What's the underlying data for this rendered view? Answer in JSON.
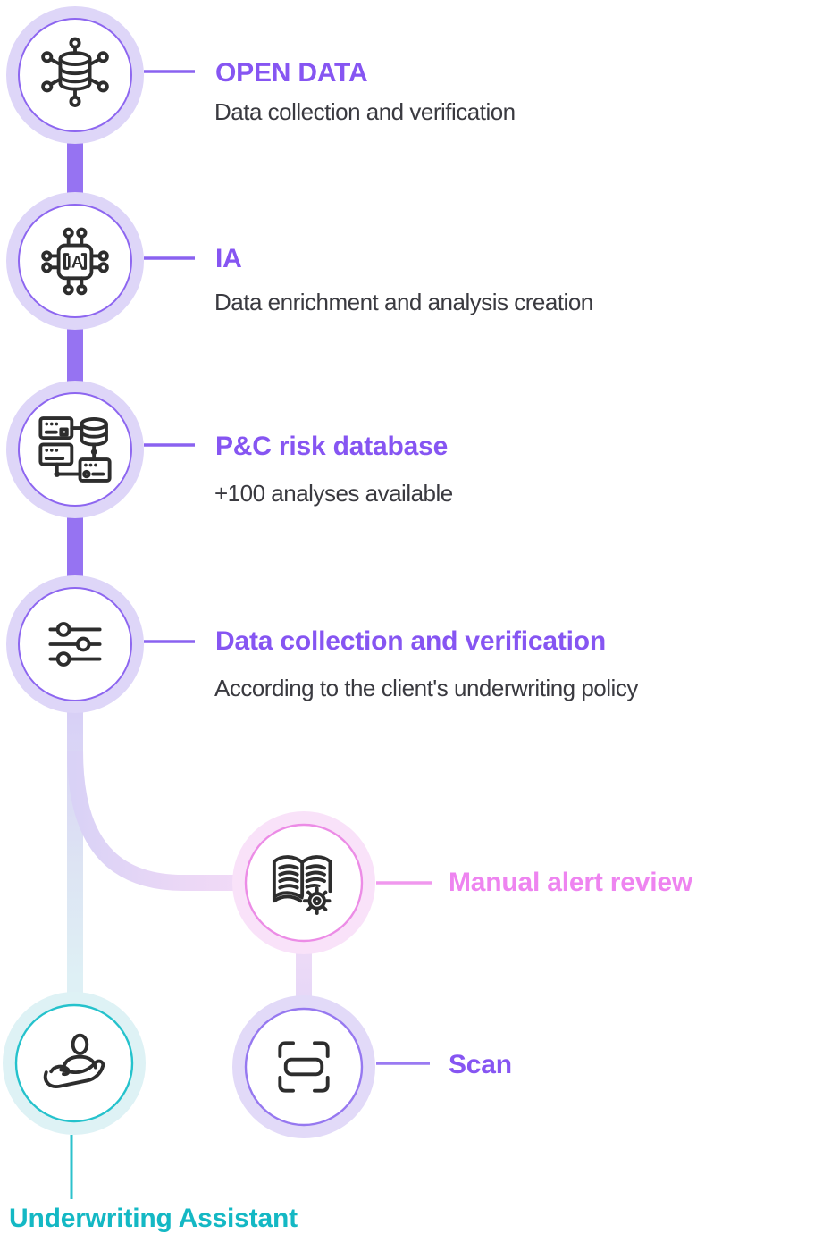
{
  "nodes": [
    {
      "id": "open-data",
      "label": "OPEN DATA",
      "sublabel": "Data collection and verification",
      "icon": "database-network-icon",
      "accent": "#8655f2"
    },
    {
      "id": "ia",
      "label": "IA",
      "sublabel": "Data enrichment and analysis creation",
      "icon": "ai-chip-icon",
      "accent": "#8655f2"
    },
    {
      "id": "pc-risk-database",
      "label": "P&C risk database",
      "sublabel": "+100 analyses available",
      "icon": "server-cluster-icon",
      "accent": "#8655f2"
    },
    {
      "id": "data-collection-verification",
      "label": "Data collection and verification",
      "sublabel": "According to the client's underwriting policy",
      "icon": "sliders-icon",
      "accent": "#8655f2"
    },
    {
      "id": "manual-alert-review",
      "label": "Manual alert review",
      "sublabel": "",
      "icon": "book-gear-icon",
      "accent": "#ee84f0"
    },
    {
      "id": "scan",
      "label": "Scan",
      "sublabel": "",
      "icon": "scan-frame-icon",
      "accent": "#8655f2"
    },
    {
      "id": "underwriting-assistant",
      "label": "Underwriting Assistant",
      "sublabel": "",
      "icon": "hand-person-icon",
      "accent": "#14b8c4"
    }
  ],
  "colors": {
    "title_purple": "#8655f2",
    "title_pink": "#ee84f0",
    "title_teal": "#14b8c4",
    "subtitle_gray": "#3a3a40",
    "line_solid_purple": "#9673f2",
    "line_light_lavender": "#d8d0f6",
    "line_light_pink": "#f6dcf8",
    "line_light_blue": "#def0f5",
    "ring_purple": "#8d66f0",
    "ring_pink": "#ec8ce6",
    "ring_teal": "#25c2cc",
    "band_lavender": "#ded6f8",
    "band_pink": "#f9e2f9",
    "band_teal": "#def2f5",
    "icon_stroke": "#2d2d2d"
  }
}
